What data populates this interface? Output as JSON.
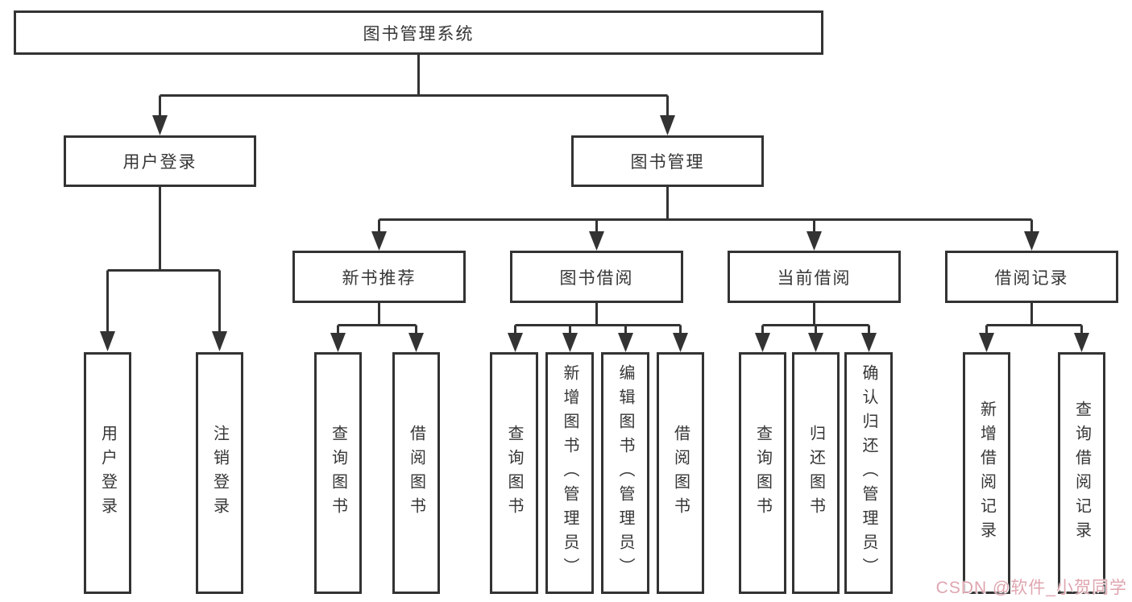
{
  "nodes": {
    "root": "图书管理系统",
    "login": "用户登录",
    "manage": "图书管理",
    "l3": [
      "新书推荐",
      "图书借阅",
      "当前借阅",
      "借阅记录"
    ],
    "leaves_login": [
      "用户登录",
      "注销登录"
    ],
    "leaves_new": [
      "查询图书",
      "借阅图书"
    ],
    "leaves_borrow": [
      "查询图书",
      "新增图书（管理员）",
      "编辑图书（管理员）",
      "借阅图书"
    ],
    "leaves_current": [
      "查询图书",
      "归还图书",
      "确认归还（管理员）"
    ],
    "leaves_record": [
      "新增借阅记录",
      "查询借阅记录"
    ]
  },
  "watermark": "CSDN @软件_小贺同学",
  "colors": {
    "line": "#333333",
    "box_border": "#333333",
    "text": "#363636",
    "background": "#ffffff",
    "watermark": "#dfa5af"
  }
}
